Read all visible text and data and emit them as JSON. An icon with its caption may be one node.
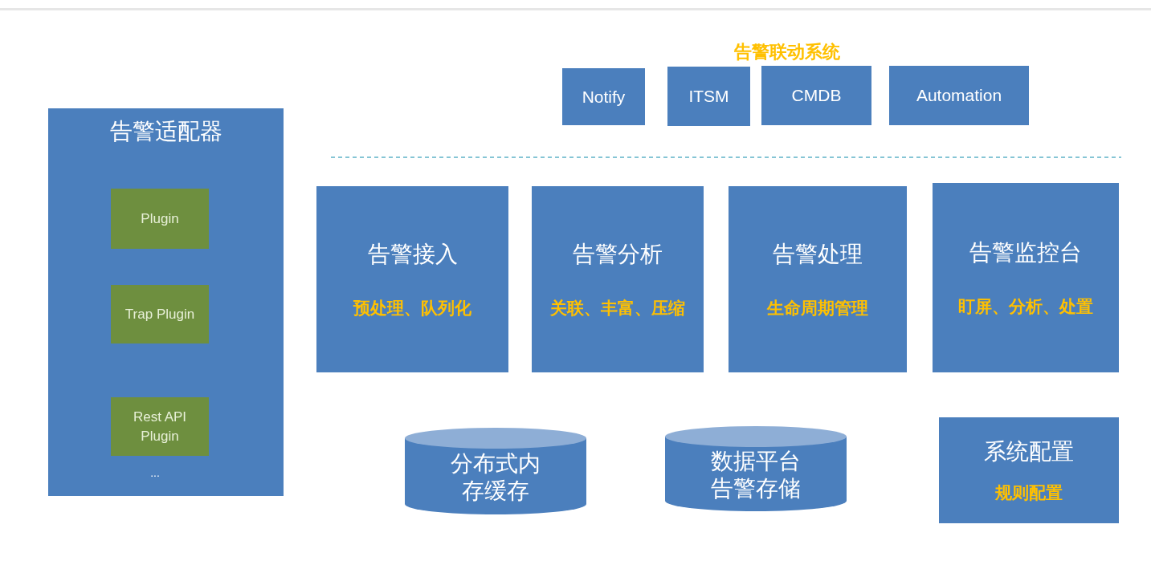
{
  "diagram": {
    "title": "告警联动系统",
    "nodes": [
      {
        "text": [
          "告警适配器",
          "..."
        ]
      },
      {
        "text": [
          "Plugin"
        ],
        "in": 0
      },
      {
        "text": [
          "Trap Plugin"
        ],
        "in": 0
      },
      {
        "text": [
          "Rest API Plugin"
        ],
        "in": 0
      },
      {
        "text": [
          "Notify"
        ]
      },
      {
        "text": [
          "ITSM"
        ]
      },
      {
        "text": [
          "CMDB"
        ]
      },
      {
        "text": [
          "Automation"
        ]
      },
      {
        "text": [
          "告警接入",
          "预处理、队列化"
        ]
      },
      {
        "text": [
          "告警分析",
          "关联、丰富、压缩"
        ]
      },
      {
        "text": [
          "告警处理",
          "生命周期管理"
        ]
      },
      {
        "text": [
          "告警监控台",
          "盯屏、分析、处置"
        ]
      },
      {
        "text": [
          "分布式内存缓存"
        ]
      },
      {
        "text": [
          "数据平台告警存储"
        ]
      },
      {
        "text": [
          "系统配置",
          "规则配置"
        ]
      }
    ]
  }
}
